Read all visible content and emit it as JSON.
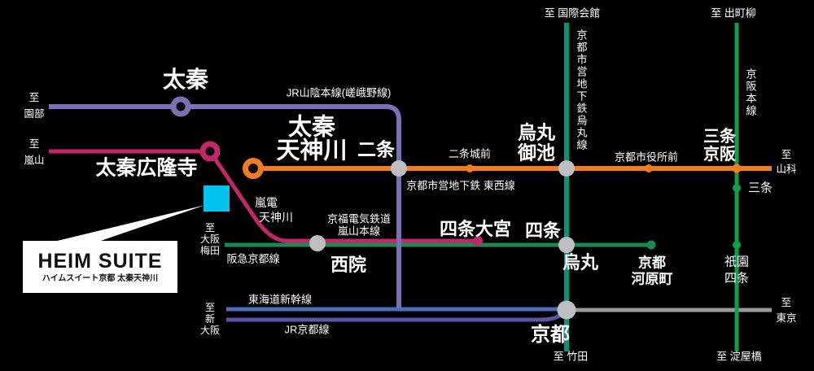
{
  "colors": {
    "background": "#000000",
    "jr_sagano": "#7d6fb4",
    "randen": "#c42768",
    "tozai": "#f27c21",
    "karasuma": "#00957c",
    "keihan": "#0fa04c",
    "hankyu": "#188a55",
    "shinkansen": "#4a6fb8",
    "jr_kyoto": "#5a55a8",
    "gray_line": "#9a9a9a",
    "station_gray": "#bdbdc2",
    "marker_cyan": "#00c3ef",
    "pointer_white": "#ffffff"
  },
  "brand": {
    "name": "HEIM SUITE",
    "subtitle": "ハイムスイート京都 太秦天神川"
  },
  "lines": {
    "jr_sagano": "JR山陰本線(嵯峨野線)",
    "tozai": "京都市営地下鉄 東西線",
    "karasuma": "京都市営地下鉄烏丸線",
    "keihan": "京阪本線",
    "randen_1": "京福電気鉄道",
    "randen_2": "嵐山本線",
    "hankyu": "阪急京都線",
    "shinkansen": "東海道新幹線",
    "jr_kyoto": "JR京都線"
  },
  "stations": {
    "uzumasa": "太秦",
    "uzumasa_koryuji": "太秦広隆寺",
    "uzumasa_tenjingawa_1": "太秦",
    "uzumasa_tenjingawa_2": "天神川",
    "randen_tenjingawa_1": "嵐電",
    "randen_tenjingawa_2": "天神川",
    "nijo": "二条",
    "nijojo_mae": "二条城前",
    "karasuma_oike_1": "烏丸",
    "karasuma_oike_2": "御池",
    "kyoto_shiyakusho_mae": "京都市役所前",
    "sanjo_keihan_1": "三条",
    "sanjo_keihan_2": "京阪",
    "sanjo": "三条",
    "shijo_omiya": "四条大宮",
    "shijo": "四条",
    "karasuma": "烏丸",
    "saiin": "西院",
    "kyoto_kawaramachi_1": "京都",
    "kyoto_kawaramachi_2": "河原町",
    "gion_shijo_1": "祇園",
    "gion_shijo_2": "四条",
    "kyoto": "京都"
  },
  "destinations": {
    "sonobe": [
      "至",
      "園部"
    ],
    "arashiyama": [
      "至",
      "嵐山"
    ],
    "osaka_umeda": [
      "至",
      "大阪",
      "梅田"
    ],
    "shin_osaka": [
      "至",
      "新",
      "大阪"
    ],
    "kokusai_kaikan": "至 国際会館",
    "demachiyanagi": "至 出町柳",
    "yamashina": [
      "至",
      "山科"
    ],
    "tokyo": [
      "至",
      "東京"
    ],
    "takeda": "至 竹田",
    "yodoyabashi": "至 淀屋橋"
  }
}
